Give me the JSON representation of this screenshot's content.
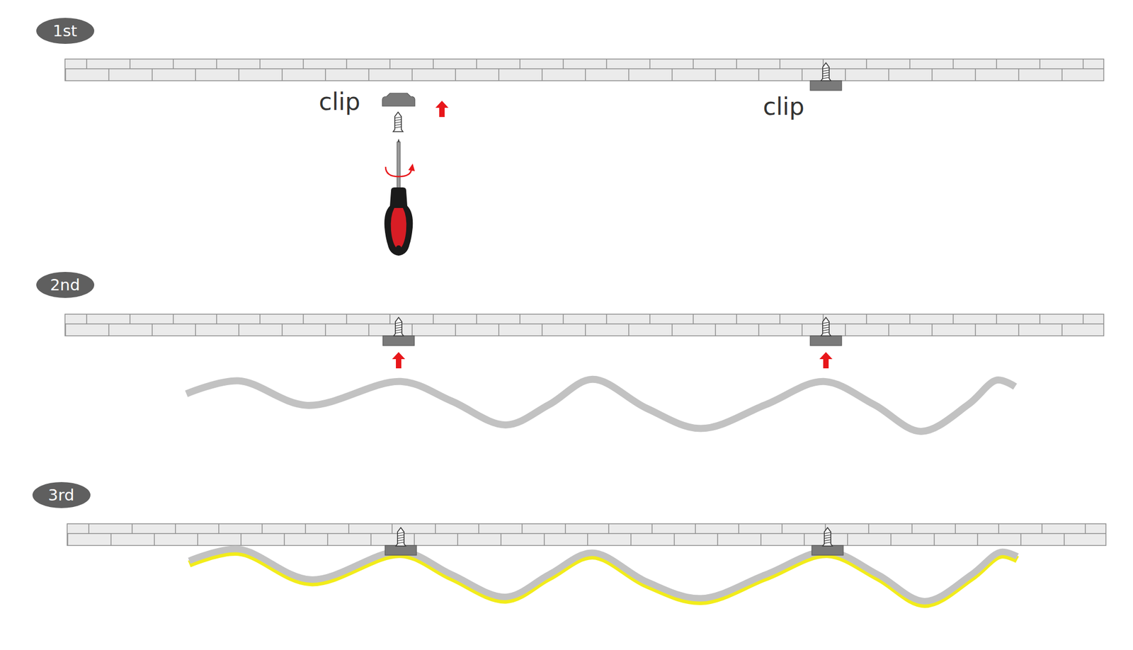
{
  "diagram": {
    "nodes": [
      {
        "text": [
          "1st"
        ]
      },
      {
        "text": [
          "2nd"
        ]
      },
      {
        "text": [
          "3rd"
        ]
      }
    ],
    "labels": [
      "clip",
      "clip"
    ]
  }
}
